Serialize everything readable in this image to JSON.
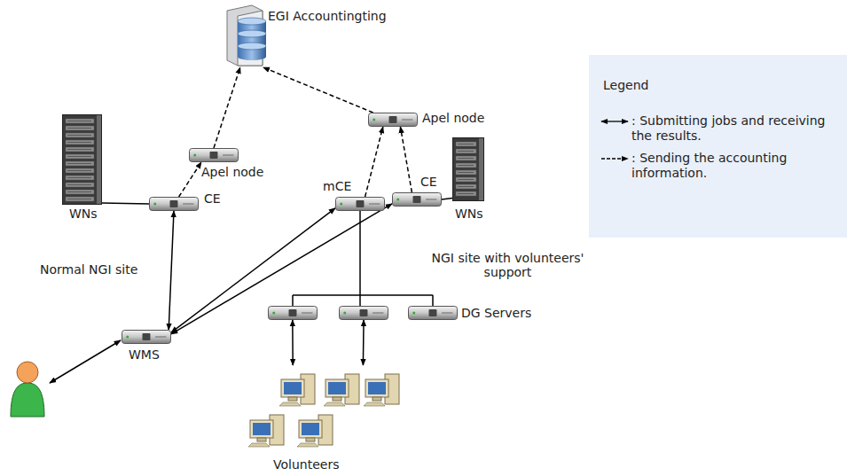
{
  "diagram": {
    "nodes": [
      {
        "text": [
          "EGI Accountingting"
        ]
      },
      {
        "text": [
          "Normal NGI site"
        ]
      },
      {
        "text": [
          "WNs"
        ],
        "in": 1
      },
      {
        "text": [
          "CE"
        ],
        "in": 1
      },
      {
        "text": [
          "Apel node"
        ],
        "in": 1
      },
      {
        "text": [
          "NGI site with volunteers' support"
        ]
      },
      {
        "text": [
          "Apel node"
        ],
        "in": 5
      },
      {
        "text": [
          "mCE"
        ],
        "in": 5
      },
      {
        "text": [
          "CE"
        ],
        "in": 5
      },
      {
        "text": [
          "WNs"
        ],
        "in": 5
      },
      {
        "text": [
          "WMS"
        ]
      },
      {
        "text": [
          "DG Servers"
        ]
      },
      {
        "text": [
          "Volunteers"
        ]
      }
    ],
    "edges": [
      {
        "from": 2,
        "to": 3,
        "arrow": "none"
      },
      {
        "from": 3,
        "to": 4,
        "arrow": "to"
      },
      {
        "from": 4,
        "to": 0,
        "arrow": "to"
      },
      {
        "from": 6,
        "to": 0,
        "arrow": "to"
      },
      {
        "from": 7,
        "to": 6,
        "arrow": "to"
      },
      {
        "from": 8,
        "to": 6,
        "arrow": "to"
      },
      {
        "from": 8,
        "to": 9,
        "arrow": "none"
      },
      {
        "from": 10,
        "to": 3,
        "arrow": "both"
      },
      {
        "from": 10,
        "to": 7,
        "arrow": "both"
      },
      {
        "from": 10,
        "to": 8,
        "arrow": "both"
      },
      {
        "from": 7,
        "to": 11,
        "arrow": "none"
      },
      {
        "from": 11,
        "to": 12,
        "arrow": "both"
      },
      {
        "from": 11,
        "to": 12,
        "arrow": "both"
      }
    ],
    "labels": [
      "Legend"
    ],
    "legend": [
      {
        "text": ": Submitting jobs and receiving the results."
      },
      {
        "text": ": Sending the accounting information."
      }
    ]
  }
}
